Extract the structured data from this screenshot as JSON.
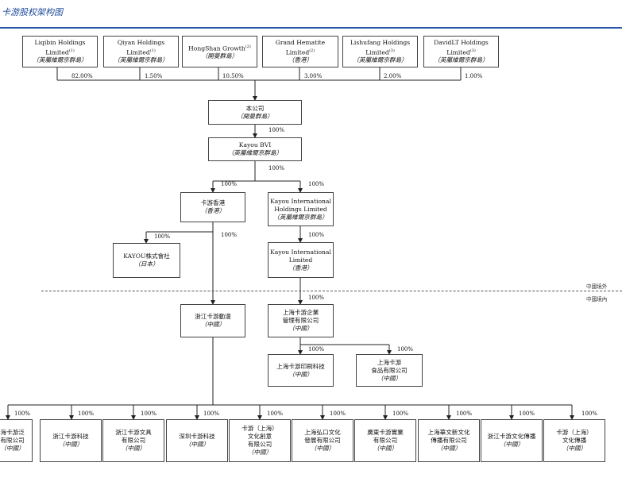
{
  "title": "卡游股权架构图",
  "shareholders": [
    {
      "name": "Liqibin Holdings",
      "name2": "Limited",
      "note": "(1)",
      "place": "（英屬維爾京群島）",
      "pct": "82.00%"
    },
    {
      "name": "Qiyan Holdings",
      "name2": "Limited",
      "note": "(1)",
      "place": "（英屬維爾京群島）",
      "pct": "1.50%"
    },
    {
      "name": "HongShan Growth",
      "name2": "",
      "note": "(2)",
      "place": "（開曼群島）",
      "pct": "10.50%"
    },
    {
      "name": "Grand Hematite Limited",
      "name2": "",
      "note": "(2)",
      "place": "（香港）",
      "pct": "3.00%"
    },
    {
      "name": "Lishufang Holdings",
      "name2": "Limited",
      "note": "(3)",
      "place": "（英屬維爾京群島）",
      "pct": "2.00%"
    },
    {
      "name": "DavidLT Holdings",
      "name2": "Limited",
      "note": "(3)",
      "place": "（英屬維爾京群島）",
      "pct": "1.00%"
    }
  ],
  "company": {
    "name": "本公司",
    "place": "（開曼群島）"
  },
  "pct_company_bvi": "100%",
  "bvi": {
    "name": "Kayou BVI",
    "place": "（英屬維爾京群島）"
  },
  "pct_bvi_children_left": "100%",
  "pct_bvi_children_right": "100%",
  "hk": {
    "name": "卡游香港",
    "place": "（香港）"
  },
  "kih": {
    "name1": "Kayou International",
    "name2": "Holdings Limited",
    "place": "（英屬維爾京群島）"
  },
  "pct_hk_japan": "100%",
  "pct_hk_zhejiang": "100%",
  "pct_kih_ki": "100%",
  "japan": {
    "name": "KAYOU株式會社",
    "place": "（日本）"
  },
  "ki": {
    "name1": "Kayou International",
    "name2": "Limited",
    "place": "（香港）"
  },
  "region_outside": "中國境外",
  "region_inside": "中國境內",
  "pct_ki_sh": "100%",
  "zhejiang": {
    "name": "浙江卡游動漫",
    "place": "（中國）"
  },
  "sh_mgmt": {
    "name1": "上海卡游企業",
    "name2": "管理有限公司",
    "place": "（中國）"
  },
  "pct_sh_print": "100%",
  "pct_sh_food": "100%",
  "sh_print": {
    "name": "上海卡游印刷科技",
    "place": "（中國）"
  },
  "sh_food": {
    "name1": "上海卡游",
    "name2": "食品有限公司",
    "place": "（中國）"
  },
  "bottom": [
    {
      "lines": [
        "海卡游泛",
        "有限公司"
      ],
      "place": "（中國）",
      "pct": "100%"
    },
    {
      "lines": [
        "浙江卡游科技"
      ],
      "place": "（中國）",
      "pct": "100%"
    },
    {
      "lines": [
        "浙江卡游文具",
        "有限公司"
      ],
      "place": "（中國）",
      "pct": "100%"
    },
    {
      "lines": [
        "深圳卡游科技"
      ],
      "place": "（中國）",
      "pct": "100%"
    },
    {
      "lines": [
        "卡游（上海）",
        "文化創意",
        "有限公司"
      ],
      "place": "（中國）",
      "pct": "100%"
    },
    {
      "lines": [
        "上海弘口文化",
        "發展有限公司"
      ],
      "place": "（中國）",
      "pct": "100%"
    },
    {
      "lines": [
        "廣東卡游實業",
        "有限公司"
      ],
      "place": "（中國）",
      "pct": "100%"
    },
    {
      "lines": [
        "上海華文新文化",
        "傳播有限公司"
      ],
      "place": "（中國）",
      "pct": "100%"
    },
    {
      "lines": [
        "浙江卡游文化傳播"
      ],
      "place": "（中國）",
      "pct": "100%"
    },
    {
      "lines": [
        "卡游（上海）",
        "文化傳播"
      ],
      "place": "（中國）",
      "pct": "100%"
    }
  ]
}
